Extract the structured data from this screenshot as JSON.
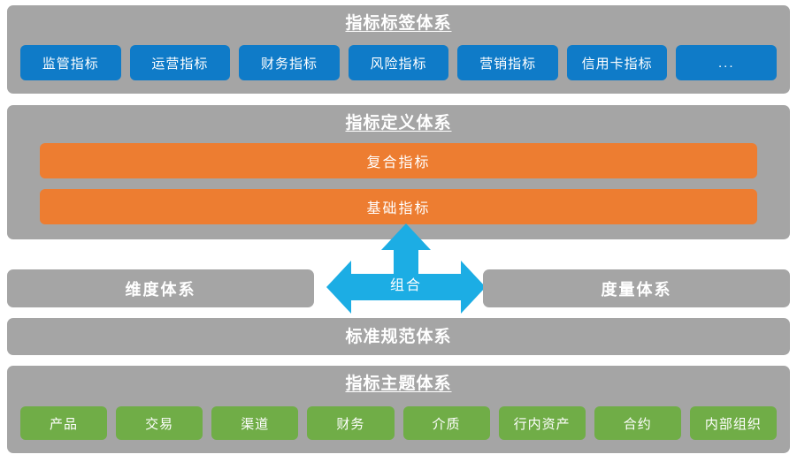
{
  "diagram": {
    "colors": {
      "panel_gray": "#A5A5A5",
      "chip_blue": "#0F7BC8",
      "bar_orange": "#ED7D31",
      "chip_green": "#70AD47",
      "arrow_blue": "#1CADE4",
      "text_white": "#FFFFFF",
      "background": "#FFFFFF"
    },
    "sections": {
      "tag_system": {
        "title": "指标标签体系",
        "chips": [
          {
            "label": "监管指标"
          },
          {
            "label": "运营指标"
          },
          {
            "label": "财务指标"
          },
          {
            "label": "风险指标"
          },
          {
            "label": "营销指标"
          },
          {
            "label": "信用卡指标"
          },
          {
            "label": "..."
          }
        ]
      },
      "definition_system": {
        "title": "指标定义体系",
        "bars": [
          {
            "label": "复合指标"
          },
          {
            "label": "基础指标"
          }
        ]
      },
      "dimension_system": {
        "title": "维度体系"
      },
      "measure_system": {
        "title": "度量体系"
      },
      "combine_arrow": {
        "label": "组合",
        "directions": [
          "up",
          "left",
          "right"
        ]
      },
      "standard_system": {
        "title": "标准规范体系"
      },
      "subject_system": {
        "title": "指标主题体系",
        "chips": [
          {
            "label": "产品"
          },
          {
            "label": "交易"
          },
          {
            "label": "渠道"
          },
          {
            "label": "财务"
          },
          {
            "label": "介质"
          },
          {
            "label": "行内资产"
          },
          {
            "label": "合约"
          },
          {
            "label": "内部组织"
          }
        ]
      }
    }
  }
}
